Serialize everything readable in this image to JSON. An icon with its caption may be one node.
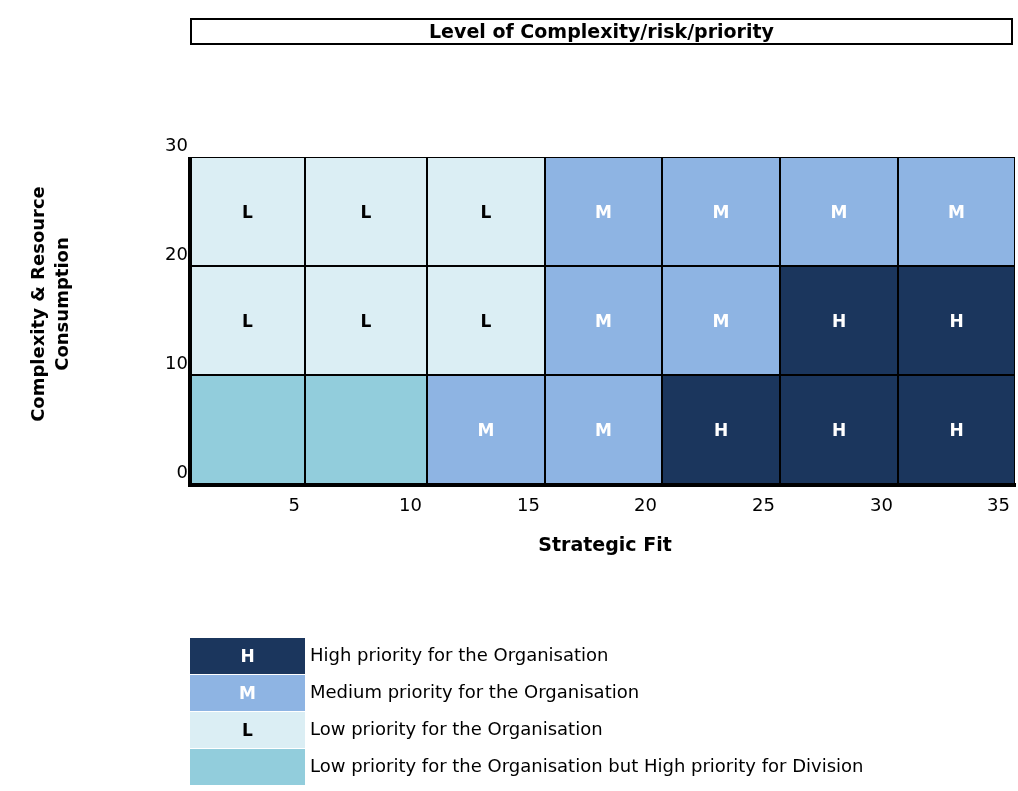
{
  "diagram": {
    "title": "Level of Complexity/risk/priority",
    "nodes": [
      {
        "text": [
          "L"
        ]
      },
      {
        "text": [
          "L"
        ]
      },
      {
        "text": [
          "L"
        ]
      },
      {
        "text": [
          "M"
        ]
      },
      {
        "text": [
          "M"
        ]
      },
      {
        "text": [
          "M"
        ]
      },
      {
        "text": [
          "M"
        ]
      },
      {
        "text": [
          "L"
        ]
      },
      {
        "text": [
          "L"
        ]
      },
      {
        "text": [
          "L"
        ]
      },
      {
        "text": [
          "M"
        ]
      },
      {
        "text": [
          "M"
        ]
      },
      {
        "text": [
          "H"
        ]
      },
      {
        "text": [
          "H"
        ]
      },
      {
        "text": [],
        "shape": "box"
      },
      {
        "text": [],
        "shape": "box"
      },
      {
        "text": [
          "M"
        ]
      },
      {
        "text": [
          "M"
        ]
      },
      {
        "text": [
          "H"
        ]
      },
      {
        "text": [
          "H"
        ]
      },
      {
        "text": [
          "H"
        ]
      }
    ],
    "labels": [
      "Complexity & Resource Consumption",
      "30",
      "20",
      "10",
      "0",
      "5",
      "10",
      "15",
      "20",
      "25",
      "30",
      "35",
      "Strategic Fit",
      "H",
      "M",
      "L"
    ],
    "legend": [
      {
        "text": "High  priority for the Organisation",
        "color": "#1b365d"
      },
      {
        "text": "Medium priority for the Organisation",
        "color": "#8eb4e3"
      },
      {
        "text": "Low priority for the Organisation",
        "color": "#dbeef4"
      },
      {
        "text": "Low priority for the Organisation but High priority for Division",
        "color": "#92cddc"
      }
    ]
  }
}
